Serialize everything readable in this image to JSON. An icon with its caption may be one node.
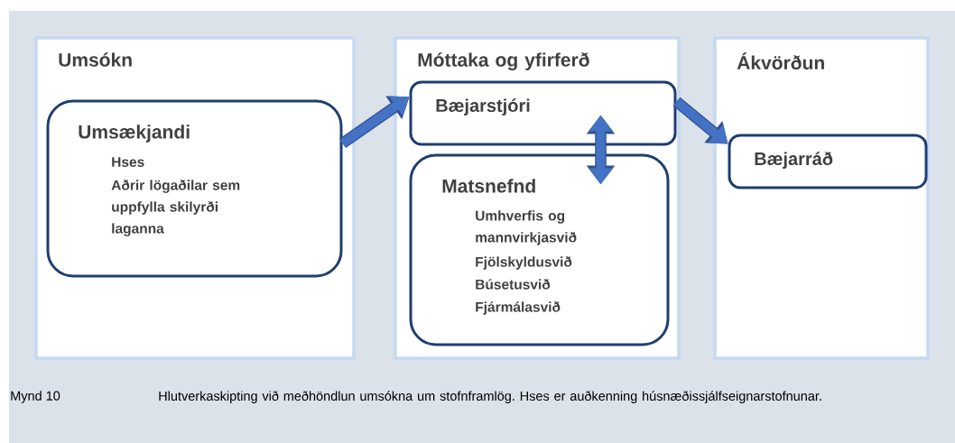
{
  "diagram": {
    "caption": "Hlutverkaskipting við meðhöndlun umsókna um stofnframlög. Hses er auðkenning húsnæðissjálfseignarstofnunar.",
    "nodes": [
      {
        "text": [
          "Umsókn"
        ]
      },
      {
        "text": [
          "Umsækjandi",
          "Hses",
          "Aðrir lögaðilar sem uppfylla skilyrði laganna"
        ],
        "in": 0
      },
      {
        "text": [
          "Móttaka og yfirferð"
        ]
      },
      {
        "text": [
          "Bæjarstjóri"
        ],
        "in": 2
      },
      {
        "text": [
          "Matsnefnd",
          "Umhverfis og mannvirkjasvið",
          "Fjölskyldusvið",
          "Búsetusvið",
          "Fjármálasvið"
        ],
        "in": 2
      },
      {
        "text": [
          "Ákvörðun"
        ]
      },
      {
        "text": [
          "Bæjarráð"
        ],
        "in": 5
      }
    ],
    "edges": [
      {
        "from": 1,
        "to": 3,
        "arrow": "to"
      },
      {
        "from": 3,
        "to": 6,
        "arrow": "to"
      },
      {
        "from": 3,
        "to": 4,
        "arrow": "both"
      }
    ],
    "labels": [
      "Mynd 10"
    ]
  }
}
